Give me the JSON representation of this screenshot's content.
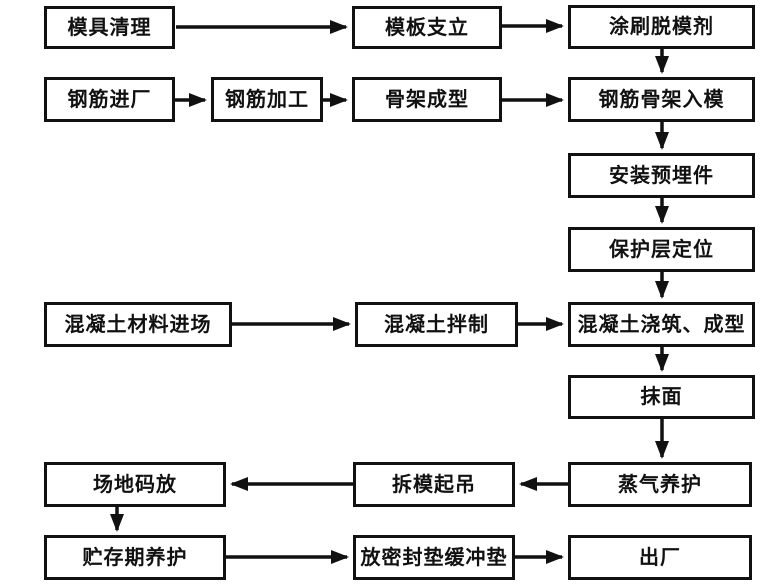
{
  "diagram": {
    "type": "flowchart",
    "background_color": "#ffffff",
    "line_color": "#111111",
    "box_fill_color": "#ffffff",
    "nodes": [
      {
        "id": "mold-cleaning",
        "label": "模具清理"
      },
      {
        "id": "formwork-erection",
        "label": "模板支立"
      },
      {
        "id": "apply-release-agent",
        "label": "涂刷脱模剂"
      },
      {
        "id": "rebar-arrival",
        "label": "钢筋进厂"
      },
      {
        "id": "rebar-processing",
        "label": "钢筋加工"
      },
      {
        "id": "skeleton-forming",
        "label": "骨架成型"
      },
      {
        "id": "rebar-skeleton-into-mold",
        "label": "钢筋骨架入模"
      },
      {
        "id": "install-embedded-parts",
        "label": "安装预埋件"
      },
      {
        "id": "protective-layer-positioning",
        "label": "保护层定位"
      },
      {
        "id": "concrete-material-arrival",
        "label": "混凝土材料进场"
      },
      {
        "id": "concrete-mixing",
        "label": "混凝土拌制"
      },
      {
        "id": "concrete-pouring-forming",
        "label": "混凝土浇筑、成型"
      },
      {
        "id": "surface-finishing",
        "label": "抹面"
      },
      {
        "id": "site-stacking",
        "label": "场地码放"
      },
      {
        "id": "demolding-lifting",
        "label": "拆模起吊"
      },
      {
        "id": "steam-curing",
        "label": "蒸气养护"
      },
      {
        "id": "storage-period-curing",
        "label": "贮存期养护"
      },
      {
        "id": "place-sealing-cushion-pad",
        "label": "放密封垫缓冲垫"
      },
      {
        "id": "leave-factory",
        "label": "出厂"
      }
    ],
    "edges": [
      {
        "from": "mold-cleaning",
        "to": "formwork-erection"
      },
      {
        "from": "formwork-erection",
        "to": "apply-release-agent"
      },
      {
        "from": "apply-release-agent",
        "to": "rebar-skeleton-into-mold"
      },
      {
        "from": "rebar-arrival",
        "to": "rebar-processing"
      },
      {
        "from": "rebar-processing",
        "to": "skeleton-forming"
      },
      {
        "from": "skeleton-forming",
        "to": "rebar-skeleton-into-mold"
      },
      {
        "from": "rebar-skeleton-into-mold",
        "to": "install-embedded-parts"
      },
      {
        "from": "install-embedded-parts",
        "to": "protective-layer-positioning"
      },
      {
        "from": "protective-layer-positioning",
        "to": "concrete-pouring-forming"
      },
      {
        "from": "concrete-material-arrival",
        "to": "concrete-mixing"
      },
      {
        "from": "concrete-mixing",
        "to": "concrete-pouring-forming"
      },
      {
        "from": "concrete-pouring-forming",
        "to": "surface-finishing"
      },
      {
        "from": "surface-finishing",
        "to": "steam-curing"
      },
      {
        "from": "steam-curing",
        "to": "demolding-lifting"
      },
      {
        "from": "demolding-lifting",
        "to": "site-stacking"
      },
      {
        "from": "site-stacking",
        "to": "storage-period-curing"
      },
      {
        "from": "storage-period-curing",
        "to": "place-sealing-cushion-pad"
      },
      {
        "from": "place-sealing-cushion-pad",
        "to": "leave-factory"
      }
    ]
  }
}
